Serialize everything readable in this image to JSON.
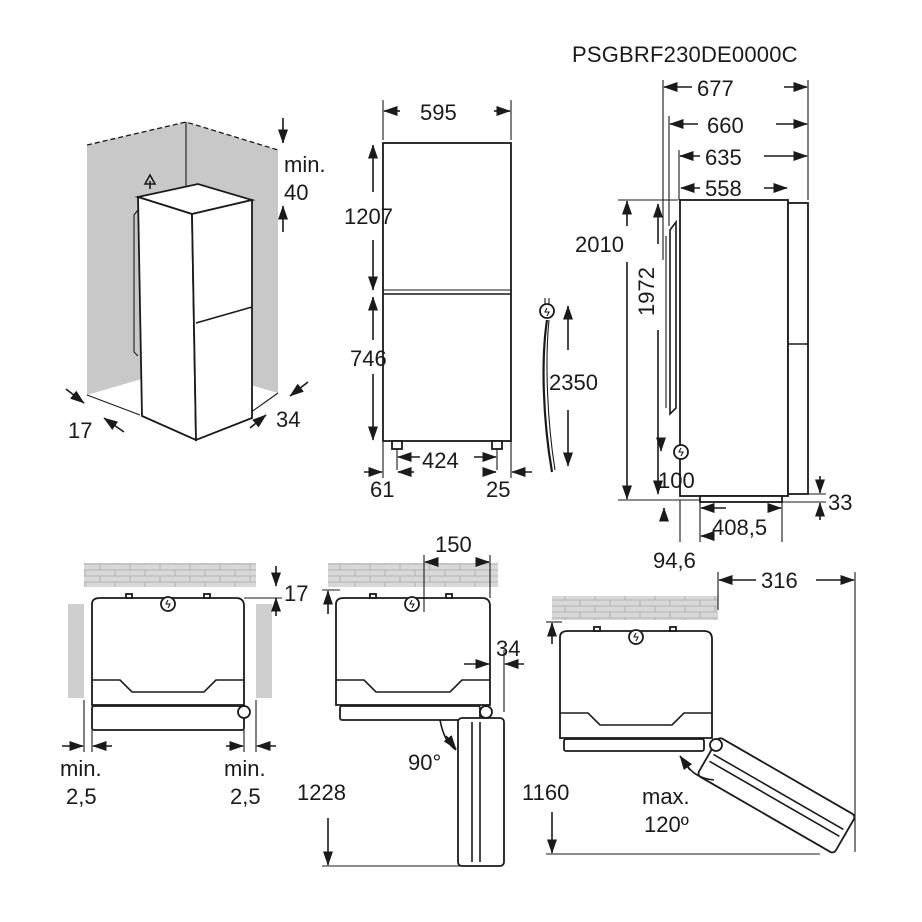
{
  "model": "PSGBRF230DE0000C",
  "perspective_view": {
    "top_clearance_label": [
      "min.",
      "40"
    ],
    "left_gap": "17",
    "right_gap": "34"
  },
  "front_view": {
    "width": "595",
    "upper_height": "1207",
    "lower_height": "746",
    "foot_span": "424",
    "left_offset": "61",
    "right_offset": "25",
    "cable_length": "2350"
  },
  "side_view": {
    "depth_total": "677",
    "depth_660": "660",
    "depth_635": "635",
    "depth_558": "558",
    "height_total": "2010",
    "height_body": "1972",
    "plug_height": "100",
    "foot_depth": "408,5",
    "rear_offset": "94,6",
    "base_gap": "33"
  },
  "top_view_a": {
    "wall_gap": "17",
    "left_min_label": [
      "min.",
      "2,5"
    ],
    "right_min_label": [
      "min.",
      "2,5"
    ]
  },
  "top_view_b": {
    "hinge_offset": "150",
    "side_offset": "34",
    "depth_open": "1228",
    "angle_label": "90°"
  },
  "top_view_c": {
    "door_reach": "316",
    "depth_open": "1160",
    "angle_label": [
      "max.",
      "120º"
    ]
  },
  "icons": [
    "power-plug-icon",
    "up-arrow-icon"
  ]
}
